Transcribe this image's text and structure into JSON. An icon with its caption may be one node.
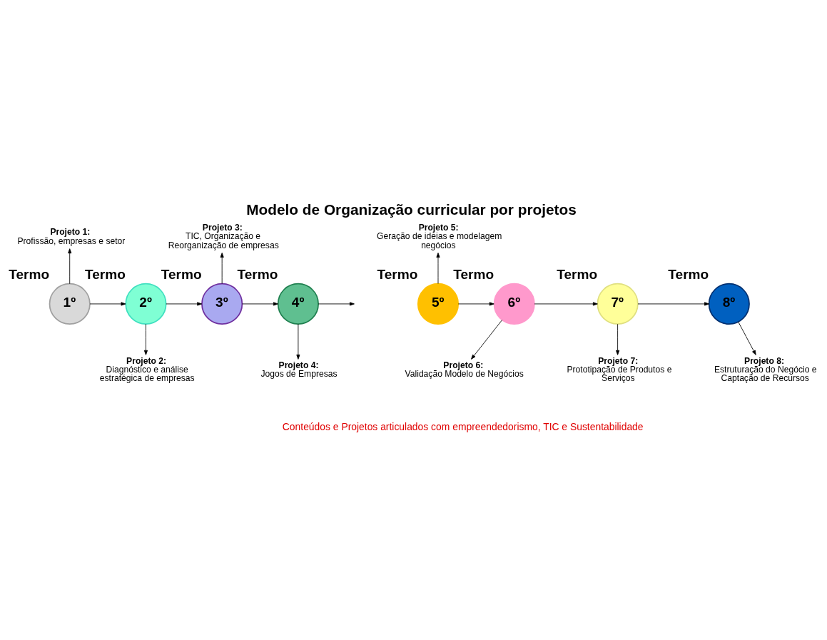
{
  "diagram": {
    "title": "Modelo de Organização curricular por projetos",
    "caption": "Conteúdos e Projetos articulados com empreendedorismo, TIC e Sustentabilidade",
    "nodes": [
      {
        "text": [
          "1º"
        ],
        "beside": [
          "Termo"
        ]
      },
      {
        "text": [
          "2º"
        ],
        "beside": [
          "Termo"
        ]
      },
      {
        "text": [
          "3º"
        ],
        "beside": [
          "Termo"
        ]
      },
      {
        "text": [
          "4º"
        ],
        "beside": [
          "Termo"
        ]
      },
      {
        "text": [
          "5º"
        ],
        "beside": [
          "Termo"
        ]
      },
      {
        "text": [
          "6º"
        ],
        "beside": [
          "Termo"
        ]
      },
      {
        "text": [
          "7º"
        ],
        "beside": [
          "Termo"
        ]
      },
      {
        "text": [
          "8º"
        ],
        "beside": [
          "Termo"
        ]
      },
      {
        "text": [
          "Projeto 1:",
          "Profissão, empresas e setor"
        ]
      },
      {
        "text": [
          "Projeto 2:",
          "Diagnóstico e análise estratégica de empresas"
        ]
      },
      {
        "text": [
          "Projeto 3:",
          "TIC, Organização e Reorganização de empresas"
        ]
      },
      {
        "text": [
          "Projeto 4:",
          "Jogos de Empresas"
        ]
      },
      {
        "text": [
          "Projeto 5:",
          "Geração de ideias e modelagem negócios"
        ]
      },
      {
        "text": [
          "Projeto 6:",
          "Validação Modelo de Negócios"
        ]
      },
      {
        "text": [
          "Projeto 7:",
          "Prototipação de Produtos e Serviços"
        ]
      },
      {
        "text": [
          "Projeto 8:",
          "Estruturação do Negócio e Captação de Recursos"
        ]
      }
    ],
    "edges": [
      {
        "from": 0,
        "to": 1,
        "arrow": "to"
      },
      {
        "from": 1,
        "to": 2,
        "arrow": "to"
      },
      {
        "from": 2,
        "to": 3,
        "arrow": "to"
      },
      {
        "from": 3,
        "to": null,
        "arrow": "to"
      },
      {
        "from": 4,
        "to": 5,
        "arrow": "to"
      },
      {
        "from": 5,
        "to": 6,
        "arrow": "to"
      },
      {
        "from": 6,
        "to": 7,
        "arrow": "to"
      },
      {
        "from": 0,
        "to": 8,
        "arrow": "to"
      },
      {
        "from": 1,
        "to": 9,
        "arrow": "to"
      },
      {
        "from": 2,
        "to": 10,
        "arrow": "to"
      },
      {
        "from": 3,
        "to": 11,
        "arrow": "to"
      },
      {
        "from": 4,
        "to": 12,
        "arrow": "to"
      },
      {
        "from": 5,
        "to": 13,
        "arrow": "to"
      },
      {
        "from": 6,
        "to": 14,
        "arrow": "to"
      },
      {
        "from": 7,
        "to": 15,
        "arrow": "to"
      }
    ]
  }
}
